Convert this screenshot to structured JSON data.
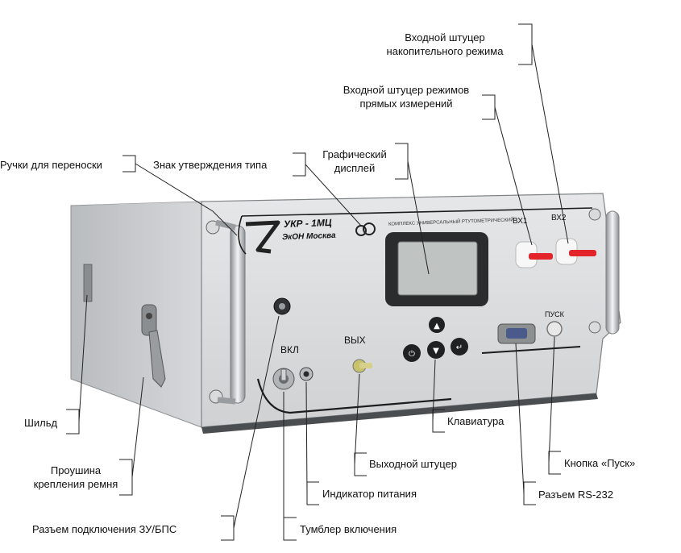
{
  "device": {
    "model": "УКР - 1МЦ",
    "maker": "ЭкОН Москва",
    "panel_caption": "КОМПЛЕКС УНИВЕРСАЛЬНЫЙ РТУТОМЕТРИЧЕСКИЙ",
    "port_bx1": "ВХ1",
    "port_bx2": "ВХ2",
    "start_label": "ПУСК",
    "power_label": "ВКЛ",
    "out_label": "ВЫХ"
  },
  "callouts": {
    "storage_inlet": [
      "Входной штуцер",
      "накопительного режима"
    ],
    "direct_inlet": [
      "Входной штуцер режимов",
      "прямых измерений"
    ],
    "display": [
      "Графический",
      "дисплей"
    ],
    "type_approval": "Знак утверждения типа",
    "handles": "Ручки для переноски",
    "nameplate": "Шильд",
    "strap_eye": [
      "Проушина",
      "крепления ремня"
    ],
    "charger_port": "Разъем подключения ЗУ/БПС",
    "power_switch": "Тумблер включения",
    "power_indicator": "Индикатор питания",
    "outlet": "Выходной штуцер",
    "keypad": "Клавиатура",
    "start_button": "Кнопка «Пуск»",
    "rs232": "Разъем RS-232"
  }
}
